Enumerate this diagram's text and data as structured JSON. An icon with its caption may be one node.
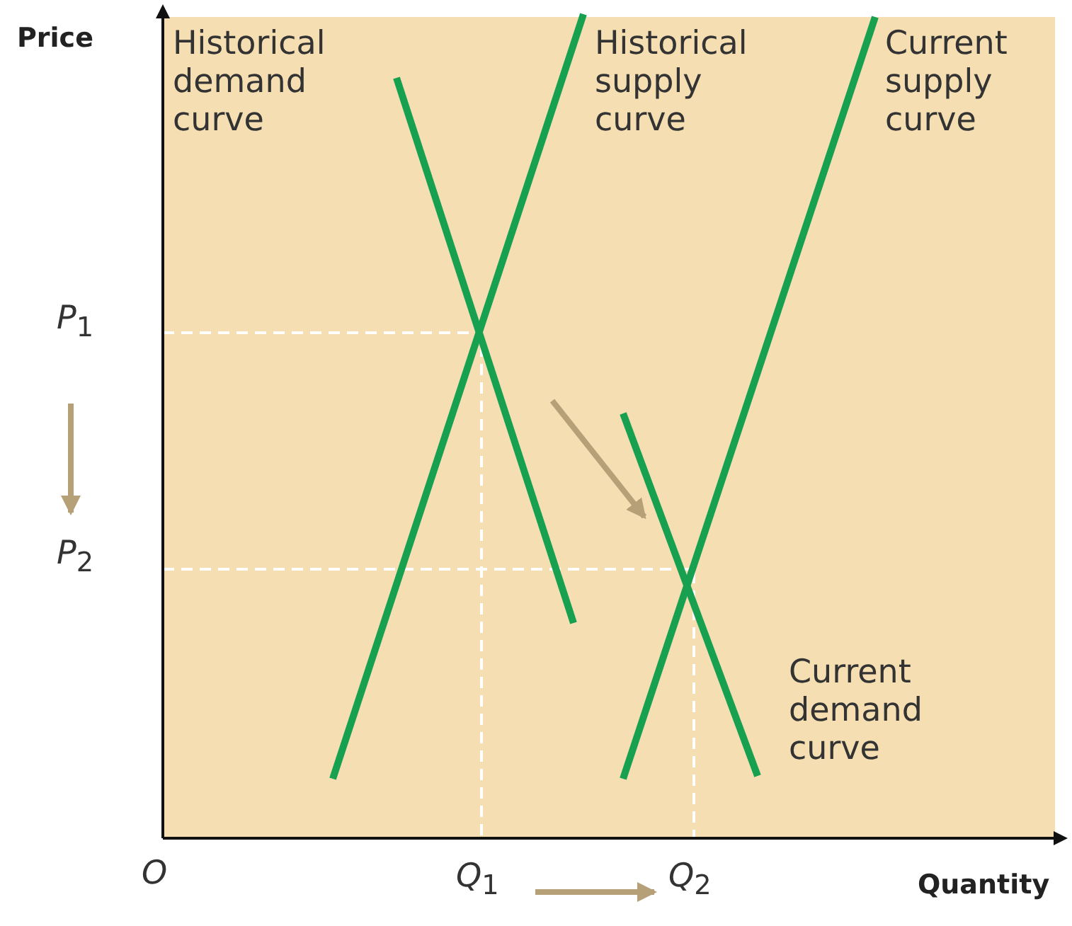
{
  "diagram": {
    "labels": [
      "Price",
      "Historical demand curve",
      "Historical supply curve",
      "Current supply curve",
      "*P*$_{1}$",
      "*P*$_{2}$",
      "Current demand curve",
      "*O*",
      "*Q*$_{1}$",
      "*Q*$_{2}$",
      "Quantity"
    ]
  }
}
